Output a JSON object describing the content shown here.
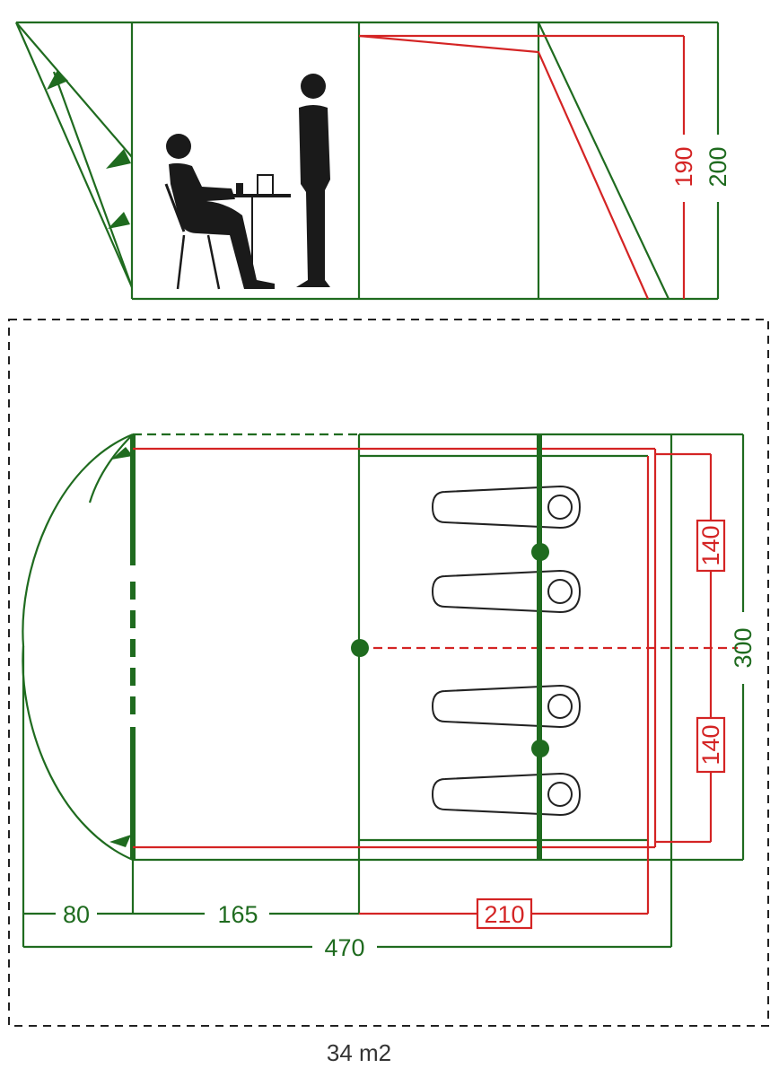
{
  "colors": {
    "green": "#1f6b1f",
    "red": "#d42424",
    "black": "#1a1a1a",
    "dash": "#222222"
  },
  "elevation": {
    "height_inner": "190",
    "height_outer": "200"
  },
  "floorplan": {
    "width": "300",
    "bedroom_depth_1": "140",
    "bedroom_depth_2": "140",
    "canopy_length": "80",
    "living_length": "165",
    "bedroom_length": "210",
    "total_length": "470"
  },
  "area": "34 m2"
}
